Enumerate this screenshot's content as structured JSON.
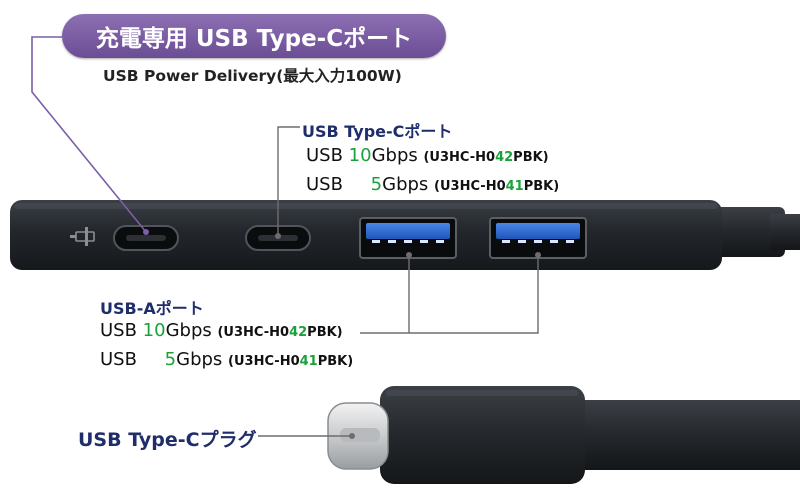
{
  "charging_port": {
    "title": "充電専用 USB Type-Cポート",
    "subtitle": "USB Power Delivery(最大入力100W)"
  },
  "typec_port": {
    "header": "USB Type-Cポート",
    "rows": [
      {
        "prefix": "USB ",
        "speed": "10",
        "unit": "Gbps ",
        "model_open": "(U3HC-H0",
        "model_code": "42",
        "model_close": "PBK)"
      },
      {
        "prefix": "USB ",
        "speed": "5",
        "unit": "Gbps ",
        "model_open": "(U3HC-H0",
        "model_code": "41",
        "model_close": "PBK)"
      }
    ]
  },
  "usba_port": {
    "header": "USB-Aポート",
    "rows": [
      {
        "prefix": "USB ",
        "speed": "10",
        "unit": "Gbps ",
        "model_open": "(U3HC-H0",
        "model_code": "42",
        "model_close": "PBK)"
      },
      {
        "prefix": "USB ",
        "speed": "5",
        "unit": "Gbps ",
        "model_open": "(U3HC-H0",
        "model_code": "41",
        "model_close": "PBK)"
      }
    ]
  },
  "plug": {
    "label": "USB Type-Cプラグ"
  },
  "colors": {
    "purple": "#7b5ea7",
    "navy": "#1f2d6b",
    "green": "#19a23a",
    "usb_blue": "#2f6fd6"
  }
}
